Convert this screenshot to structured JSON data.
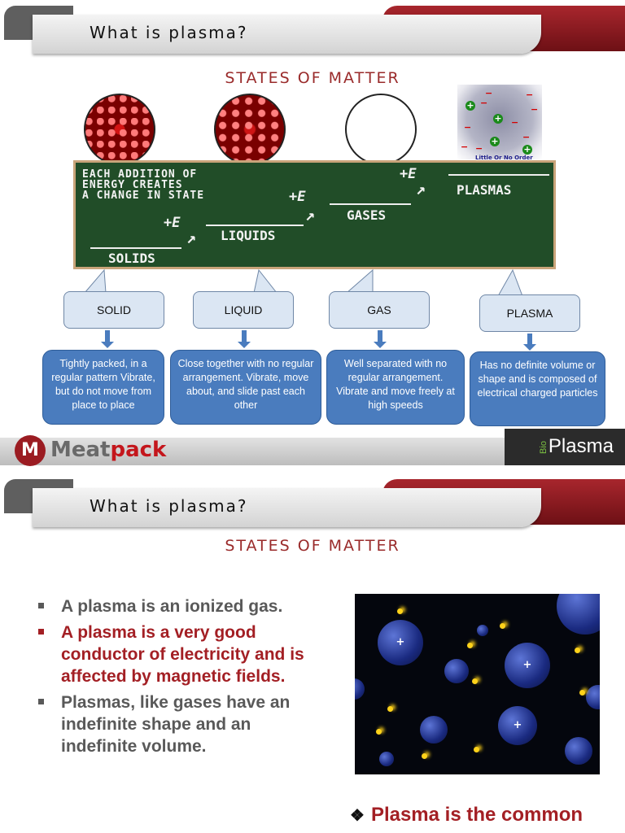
{
  "slide1": {
    "title": "What is plasma?",
    "subtitle": "STATES OF MATTER",
    "plasma_image_caption": "Little Or No Order",
    "chalkboard": {
      "note_line1": "EACH ADDITION OF",
      "note_line2": "ENERGY CREATES",
      "note_line3": "A CHANGE IN STATE",
      "solids": "SOLIDS",
      "liquids": "LIQUIDS",
      "gases": "GASES",
      "plasmas": "PLASMAS",
      "energy": "+E"
    },
    "states": [
      {
        "label": "SOLID",
        "description": "Tightly packed, in a regular pattern Vibrate, but do not move from place to place"
      },
      {
        "label": "LIQUID",
        "description": "Close together with no regular arrangement. Vibrate, move about, and slide past each other"
      },
      {
        "label": "GAS",
        "description": "Well separated with no regular arrangement. Vibrate and move freely at high speeds"
      },
      {
        "label": "PLASMA",
        "description": "Has no definite volume or shape and is composed of electrical charged particles"
      }
    ],
    "footer": {
      "logo_meat": "Meat",
      "logo_pack": "pack",
      "bio_prefix": "Bio",
      "bio_name": "Plasma"
    }
  },
  "slide2": {
    "title": "What is plasma?",
    "subtitle": "STATES OF MATTER",
    "bullets": [
      "A plasma is an ionized gas.",
      "A plasma is a very good conductor of electricity and is affected by magnetic fields.",
      "Plasmas, like gases have an indefinite shape and an indefinite volume."
    ],
    "highlight": "Plasma is the common"
  },
  "colors": {
    "accent_red": "#a31f24",
    "callout_blue": "#4a7cbe",
    "chalkboard_green": "#214d28"
  }
}
